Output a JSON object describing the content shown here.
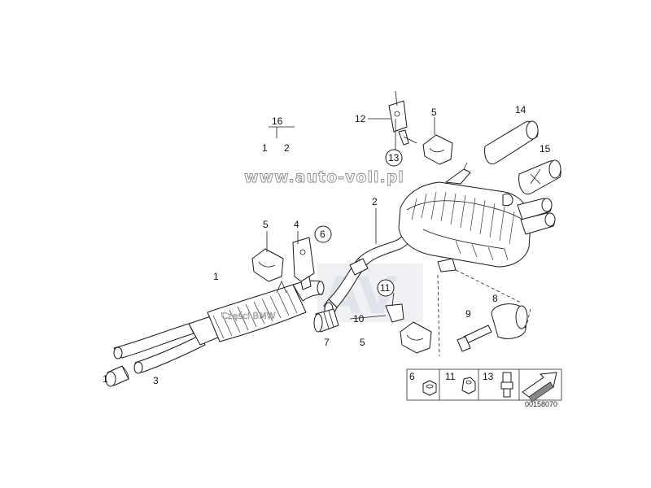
{
  "watermark": {
    "url": "www.auto-voll.pl",
    "logo": "AV",
    "small": "Części BMW"
  },
  "labels": {
    "n1": "1",
    "n1_left": "1",
    "n1_group": "1",
    "n2": "2",
    "n2_group": "2",
    "n3": "3",
    "n4": "4",
    "n5_front": "5",
    "n5_top": "5",
    "n5_bottom": "5",
    "n6": "6",
    "n7": "7",
    "n8": "8",
    "n9": "9",
    "n10": "10",
    "n11": "11",
    "n12": "12",
    "n13": "13",
    "n14": "14",
    "n15": "15",
    "n16": "16"
  },
  "legend": {
    "items": [
      "6",
      "11",
      "13"
    ],
    "code": "00158070"
  },
  "colors": {
    "line": "#1a1a1a",
    "logo_fill": "#d7dce6",
    "legend_border": "#555555"
  }
}
